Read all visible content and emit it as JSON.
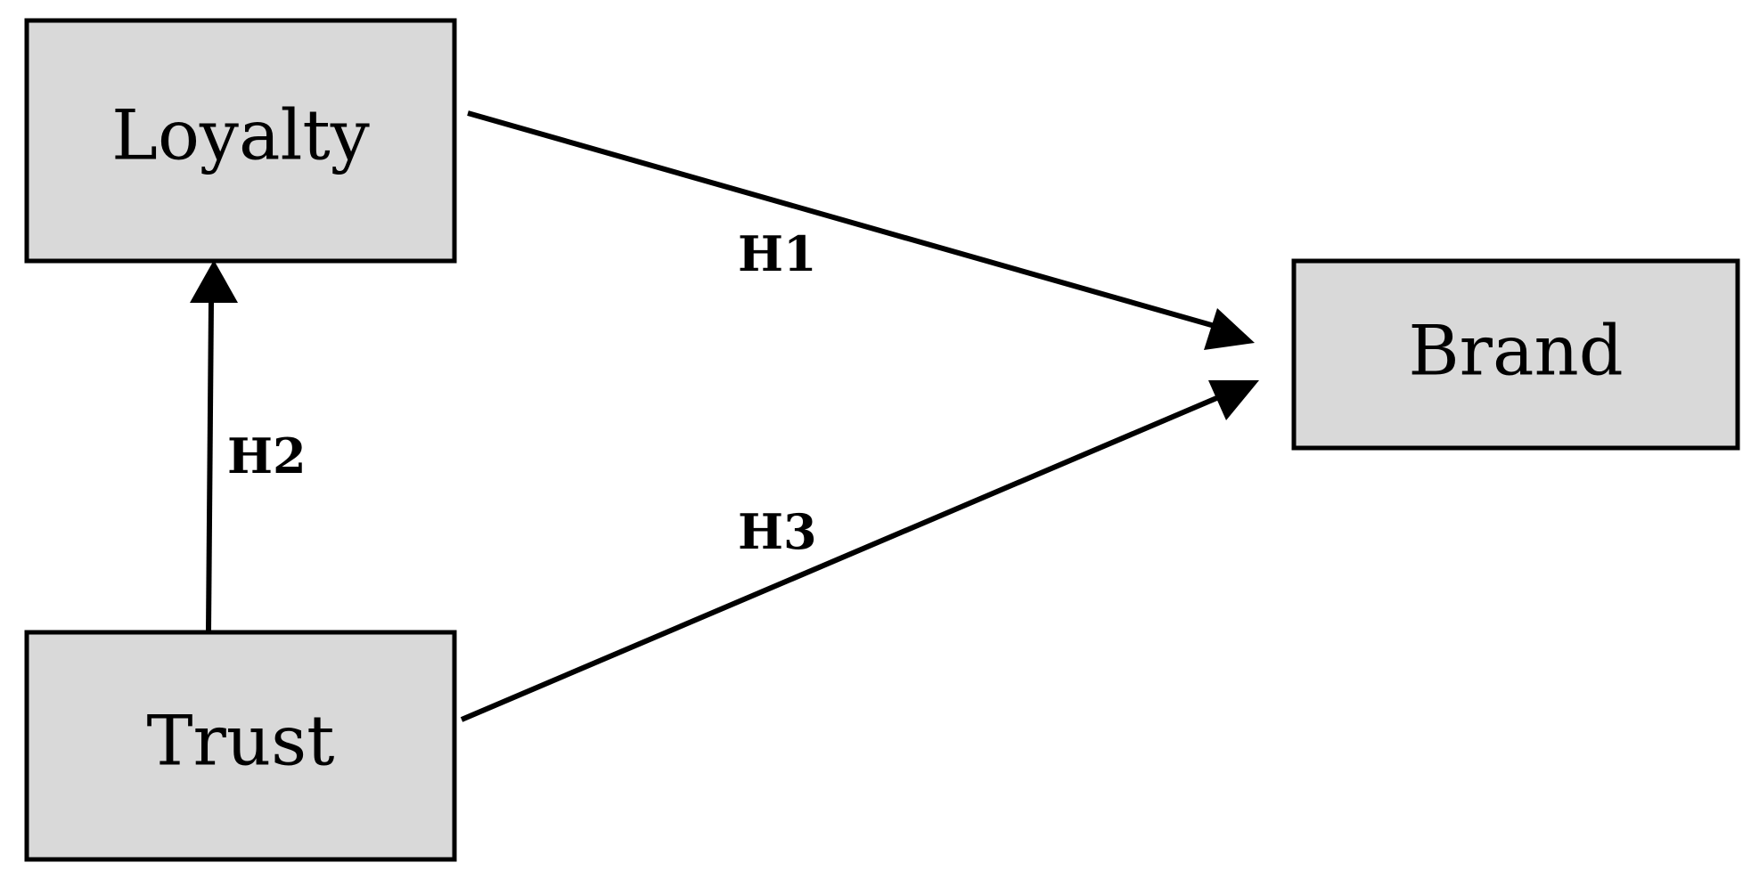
{
  "nodes": {
    "loyalty": {
      "label": "Loyalty"
    },
    "trust": {
      "label": "Trust"
    },
    "brand": {
      "label": "Brand"
    }
  },
  "edges": {
    "h1": {
      "label": "H1",
      "from": "Loyalty",
      "to": "Brand"
    },
    "h2": {
      "label": "H2",
      "from": "Trust",
      "to": "Loyalty"
    },
    "h3": {
      "label": "H3",
      "from": "Trust",
      "to": "Brand"
    }
  },
  "colors": {
    "box_fill": "#d9d9d9",
    "stroke": "#000000"
  }
}
